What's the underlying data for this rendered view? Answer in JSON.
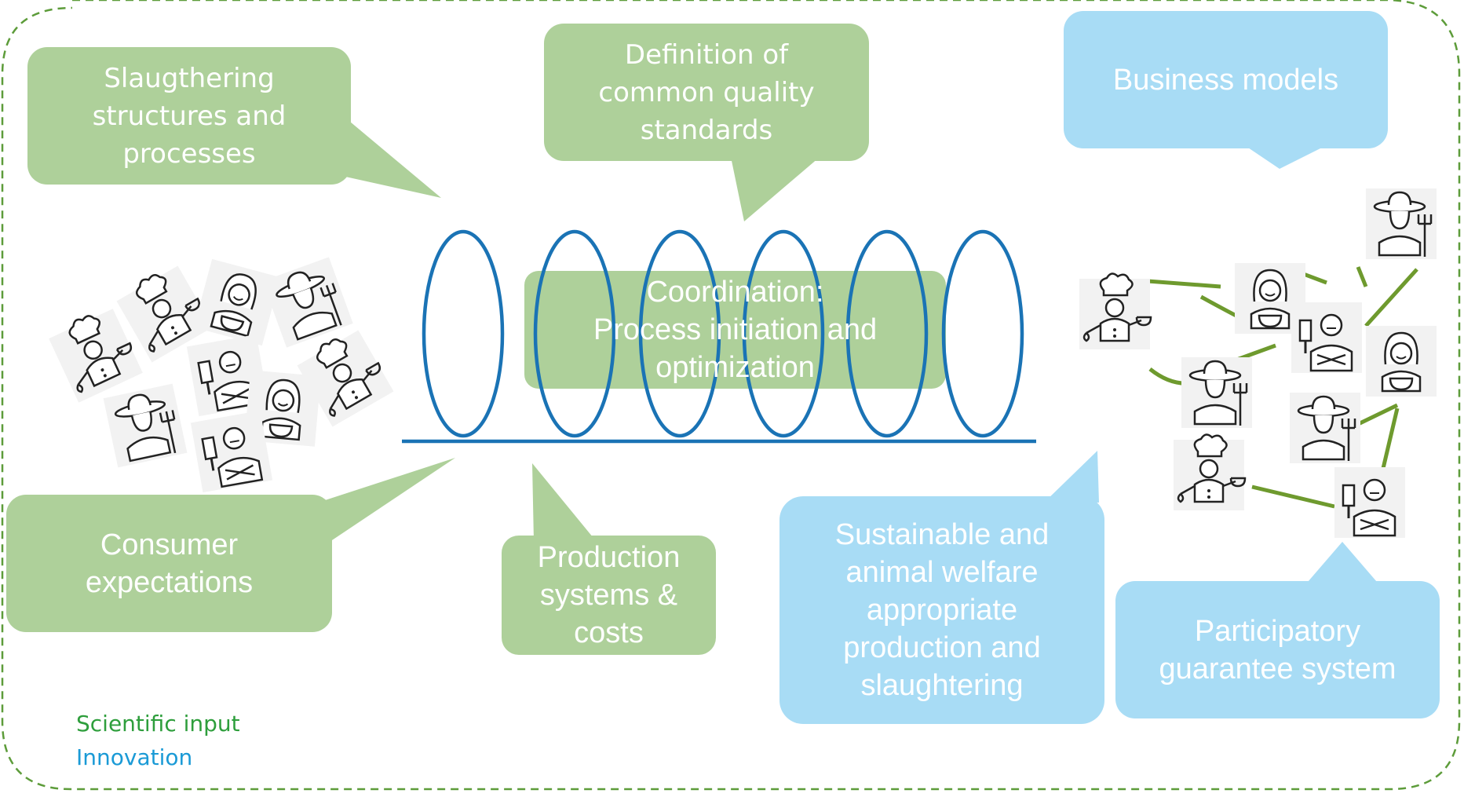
{
  "colors": {
    "science": "#aed09a",
    "innovation": "#a8dcf5",
    "spiral": "#1a73b5",
    "network_line": "#6e9a2e",
    "border": "#5d9c3a",
    "legend_science": "#2e9e3c",
    "legend_innovation": "#1a9ad6"
  },
  "bubbles": {
    "slaughtering": "Slaugthering\nstructures and\nprocesses",
    "quality": "Definition of\ncommon quality\nstandards",
    "business": "Business models",
    "consumer": "Consumer\nexpectations",
    "production": "Production\nsystems &\ncosts",
    "sustainable": "Sustainable and\nanimal welfare\nappropriate\nproduction and\nslaughtering",
    "participatory": "Participatory\nguarantee system"
  },
  "center": {
    "label": "Coordination:\nProcess initiation and\noptimization"
  },
  "legend": {
    "science": "Scientific input",
    "innovation": "Innovation"
  },
  "people_icons": {
    "left_cluster": [
      "chef-icon",
      "chef-icon",
      "woman-icon",
      "farmer-icon",
      "butcher-icon",
      "chef-icon",
      "woman-icon",
      "farmer-icon",
      "butcher-icon"
    ],
    "right_network": [
      "chef-icon",
      "woman-icon",
      "farmer-icon",
      "butcher-icon",
      "farmer-icon",
      "woman-icon",
      "farmer-icon",
      "chef-icon",
      "butcher-icon"
    ]
  }
}
